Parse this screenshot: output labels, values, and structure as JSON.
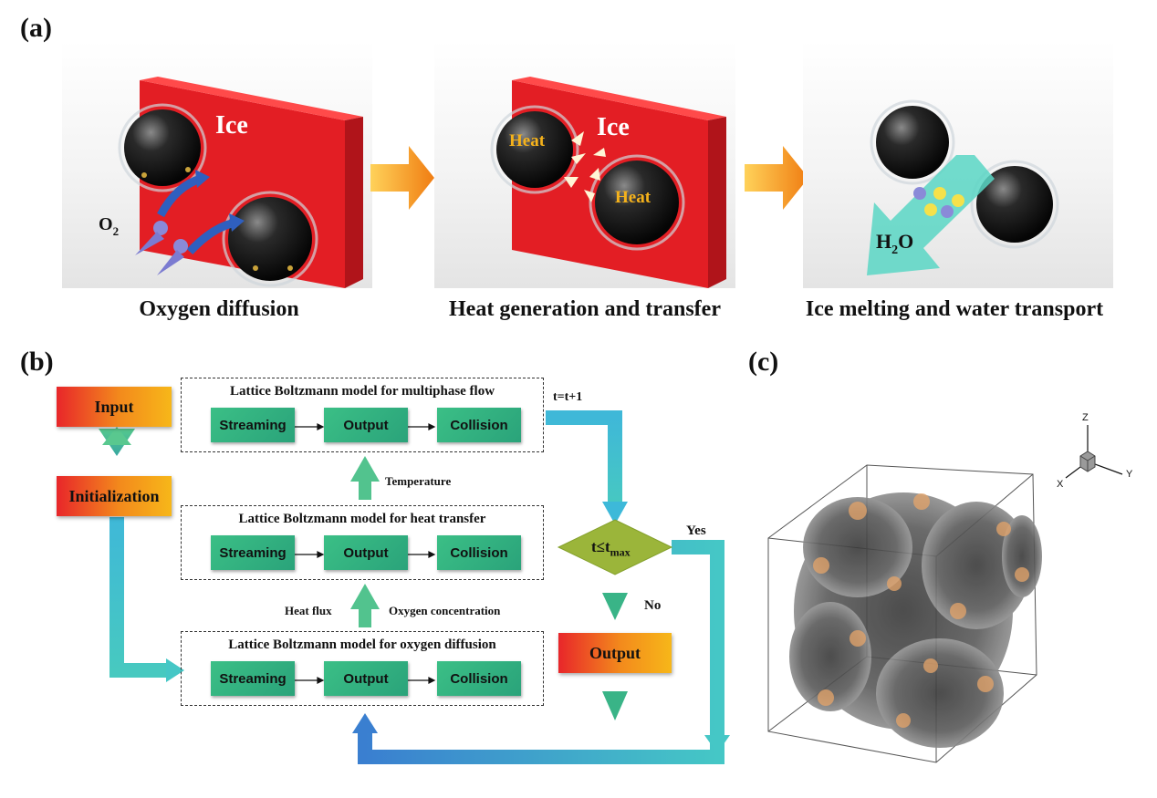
{
  "panel_a": {
    "label": "(a)",
    "scene1": {
      "ice": "Ice",
      "gas": "O",
      "gas_sub": "2",
      "caption": "Oxygen diffusion"
    },
    "scene2": {
      "ice": "Ice",
      "heat1": "Heat",
      "heat2": "Heat",
      "caption": "Heat generation and transfer"
    },
    "scene3": {
      "water": "H",
      "water_sub": "2",
      "water_end": "O",
      "caption": "Ice melting and water transport"
    }
  },
  "panel_b": {
    "label": "(b)",
    "input": "Input",
    "initialization": "Initialization",
    "box_multiphase": {
      "title": "Lattice Boltzmann model for multiphase flow",
      "b1": "Streaming",
      "b2": "Output",
      "b3": "Collision"
    },
    "box_heat": {
      "title": "Lattice Boltzmann model for heat transfer",
      "b1": "Streaming",
      "b2": "Output",
      "b3": "Collision"
    },
    "box_oxygen": {
      "title": "Lattice Boltzmann model for oxygen diffusion",
      "b1": "Streaming",
      "b2": "Output",
      "b3": "Collision"
    },
    "temperature": "Temperature",
    "heat_flux": "Heat flux",
    "oxygen_concentration": "Oxygen concentration",
    "time_step": "t=t+1",
    "condition": "t≤t",
    "condition_sub": "max",
    "yes": "Yes",
    "no": "No",
    "output": "Output"
  },
  "panel_c": {
    "label": "(c)",
    "axis_z": "Z",
    "axis_x": "X",
    "axis_y": "Y"
  },
  "colors": {
    "ice_red": "#e31e24",
    "arrow_orange": "#f39019",
    "process_green": "#2fb07f",
    "arrow_teal": "#3ec6c8",
    "diamond_olive": "#9bb53a"
  }
}
